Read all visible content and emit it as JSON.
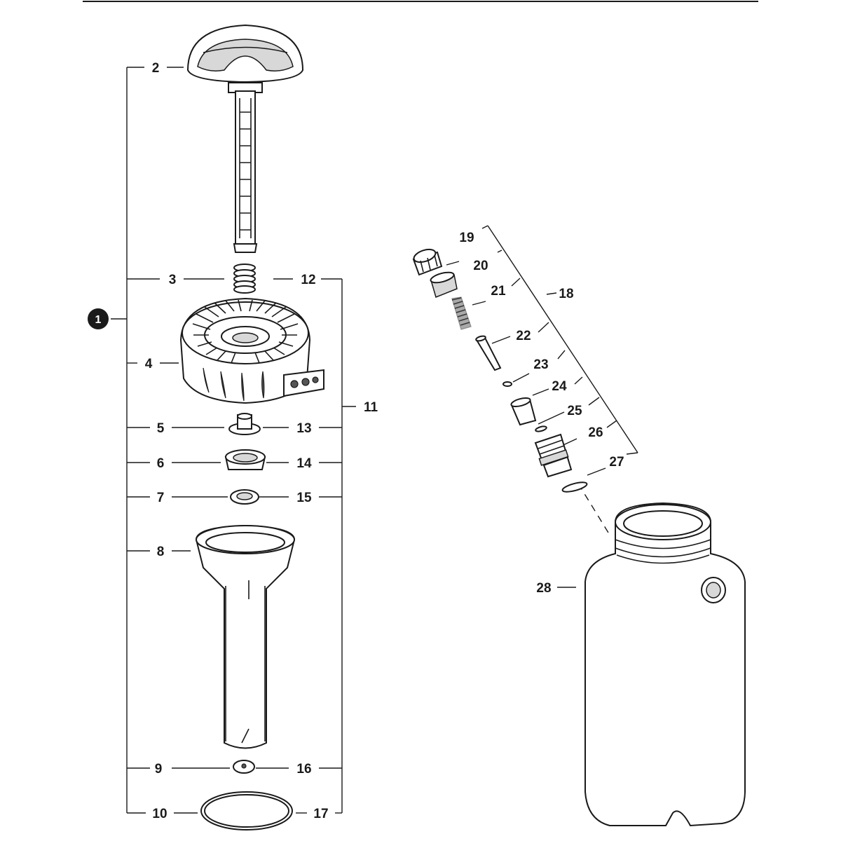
{
  "diagram": {
    "assembly_badge": "1",
    "callouts": {
      "c2": "2",
      "c3": "3",
      "c4": "4",
      "c5": "5",
      "c6": "6",
      "c7": "7",
      "c8": "8",
      "c9": "9",
      "c10": "10",
      "c11": "11",
      "c12": "12",
      "c13": "13",
      "c14": "14",
      "c15": "15",
      "c16": "16",
      "c17": "17",
      "c18": "18",
      "c19": "19",
      "c20": "20",
      "c21": "21",
      "c22": "22",
      "c23": "23",
      "c24": "24",
      "c25": "25",
      "c26": "26",
      "c27": "27",
      "c28": "28"
    }
  }
}
